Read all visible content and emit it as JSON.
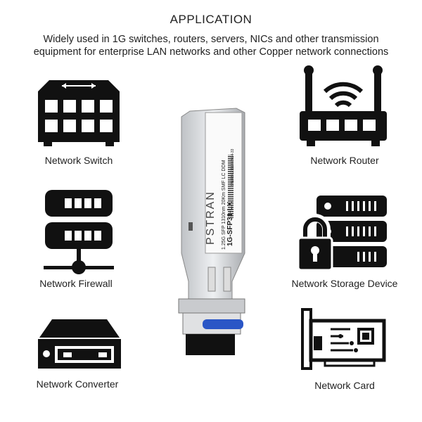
{
  "header": {
    "title": "APPLICATION",
    "subtitle_line1": "Widely used in 1G switches, routers, servers, NICs and other transmission",
    "subtitle_line2": "equipment for enterprise LAN networks and other Copper network connections"
  },
  "devices": [
    {
      "label": "Network Switch",
      "icon": "network-switch-icon"
    },
    {
      "label": "Network Router",
      "icon": "router-icon"
    },
    {
      "label": "Network Firewall",
      "icon": "firewall-icon"
    },
    {
      "label": "Network Storage Device",
      "icon": "storage-icon"
    },
    {
      "label": "Network Converter",
      "icon": "converter-icon"
    },
    {
      "label": "Network Card",
      "icon": "network-card-icon"
    }
  ],
  "product": {
    "brand": "PSTRAN",
    "model": "1G-SFP31-LX",
    "spec": "1.25G SFP 1310nm 20Km SMF LC DDM",
    "serial": "S/N:PB02111002024-33"
  },
  "colors": {
    "icon": "#111111",
    "latch": "#2a56c6"
  }
}
